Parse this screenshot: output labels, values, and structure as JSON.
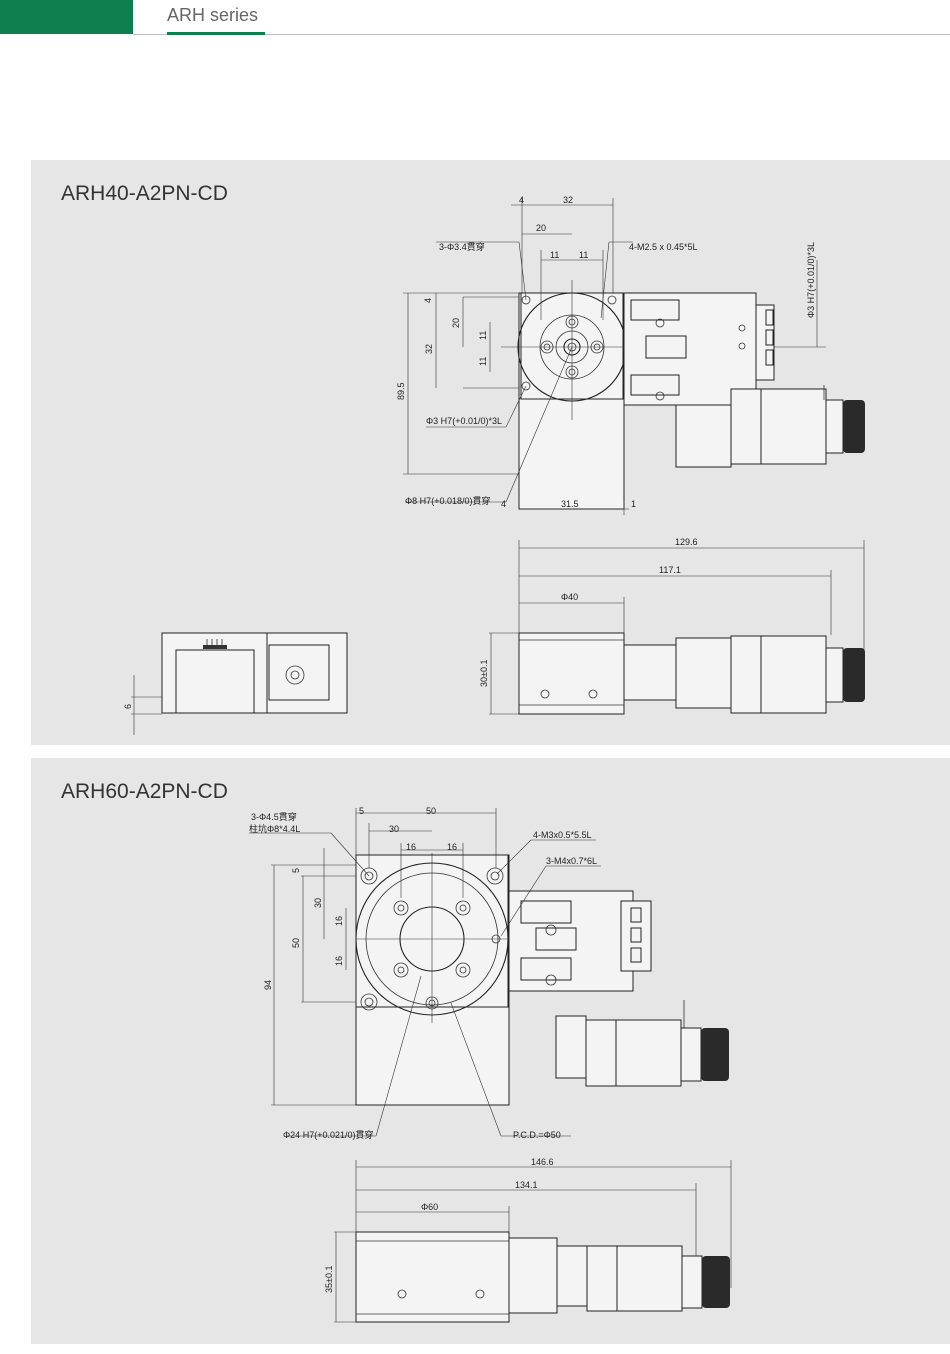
{
  "header": {
    "series": "ARH series"
  },
  "panel1": {
    "title": "ARH40-A2PN-CD",
    "labels": {
      "d4": "4",
      "d32": "32",
      "d20": "20",
      "d11a": "11",
      "d11b": "11",
      "holes": "3-Φ3.4貫穿",
      "thread": "4-M2.5 x 0.45*5L",
      "pin_right": "Φ3 H7(+0.01/0)*3L",
      "v4": "4",
      "v20": "20",
      "v32": "32",
      "v11a": "11",
      "v11b": "11",
      "v89_5": "89.5",
      "pin_left": "Φ3 H7(+0.01/0)*3L",
      "bore": "Φ8 H7(+0.018/0)貫穿",
      "b4": "4",
      "b31_5": "31.5",
      "b1": "1",
      "l129_6": "129.6",
      "l117_1": "117.1",
      "ld40": "Φ40",
      "h30": "30±0.1",
      "h6": "6"
    }
  },
  "panel2": {
    "title": "ARH60-A2PN-CD",
    "labels": {
      "d5": "5",
      "d50": "50",
      "d30": "30",
      "d16a": "16",
      "d16b": "16",
      "holes1": "3-Φ4.5貫穿",
      "holes2": "柱坑Φ8*4.4L",
      "thread1": "4-M3x0.5*5.5L",
      "thread2": "3-M4x0.7*6L",
      "v5": "5",
      "v30": "30",
      "v16a": "16",
      "v50": "50",
      "v16b": "16",
      "v94": "94",
      "bore": "Φ24 H7(+0.021/0)貫穿",
      "pcd": "P.C.D.=Φ50",
      "l146_6": "146.6",
      "l134_1": "134.1",
      "ld60": "Φ60",
      "h35": "35±0.1"
    }
  }
}
